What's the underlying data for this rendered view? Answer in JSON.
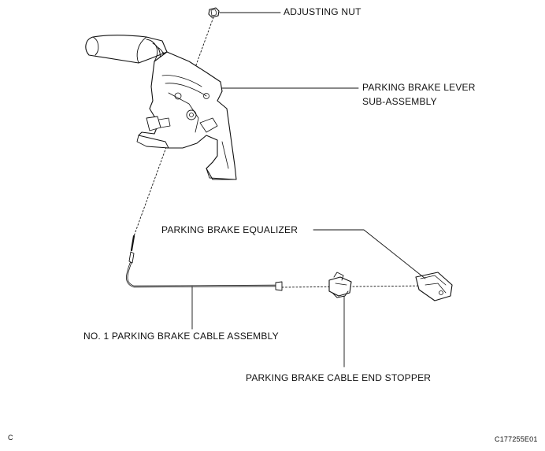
{
  "labels": {
    "adjusting_nut": "ADJUSTING NUT",
    "lever_line1": "PARKING BRAKE LEVER",
    "lever_line2": "SUB-ASSEMBLY",
    "equalizer": "PARKING BRAKE EQUALIZER",
    "cable_assembly": "NO. 1 PARKING BRAKE CABLE ASSEMBLY",
    "end_stopper": "PARKING BRAKE CABLE END STOPPER"
  },
  "footer": {
    "view_letter": "C",
    "figure_code": "C177255E01"
  }
}
